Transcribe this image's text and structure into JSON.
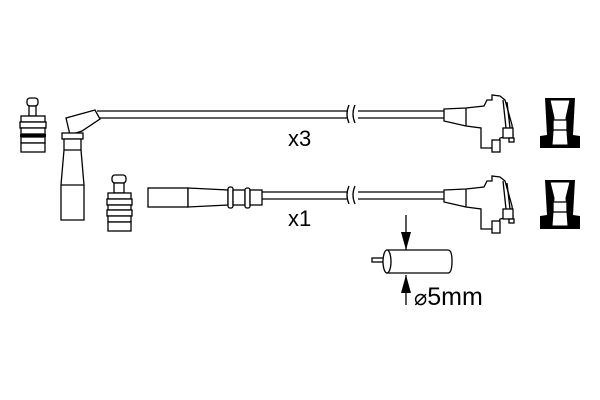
{
  "diagram": {
    "top_cable_quantity": "x3",
    "bottom_cable_quantity": "x1",
    "diameter_symbol": "⌀",
    "diameter_value": "5mm"
  },
  "colors": {
    "line": "#000000",
    "background": "#ffffff"
  }
}
